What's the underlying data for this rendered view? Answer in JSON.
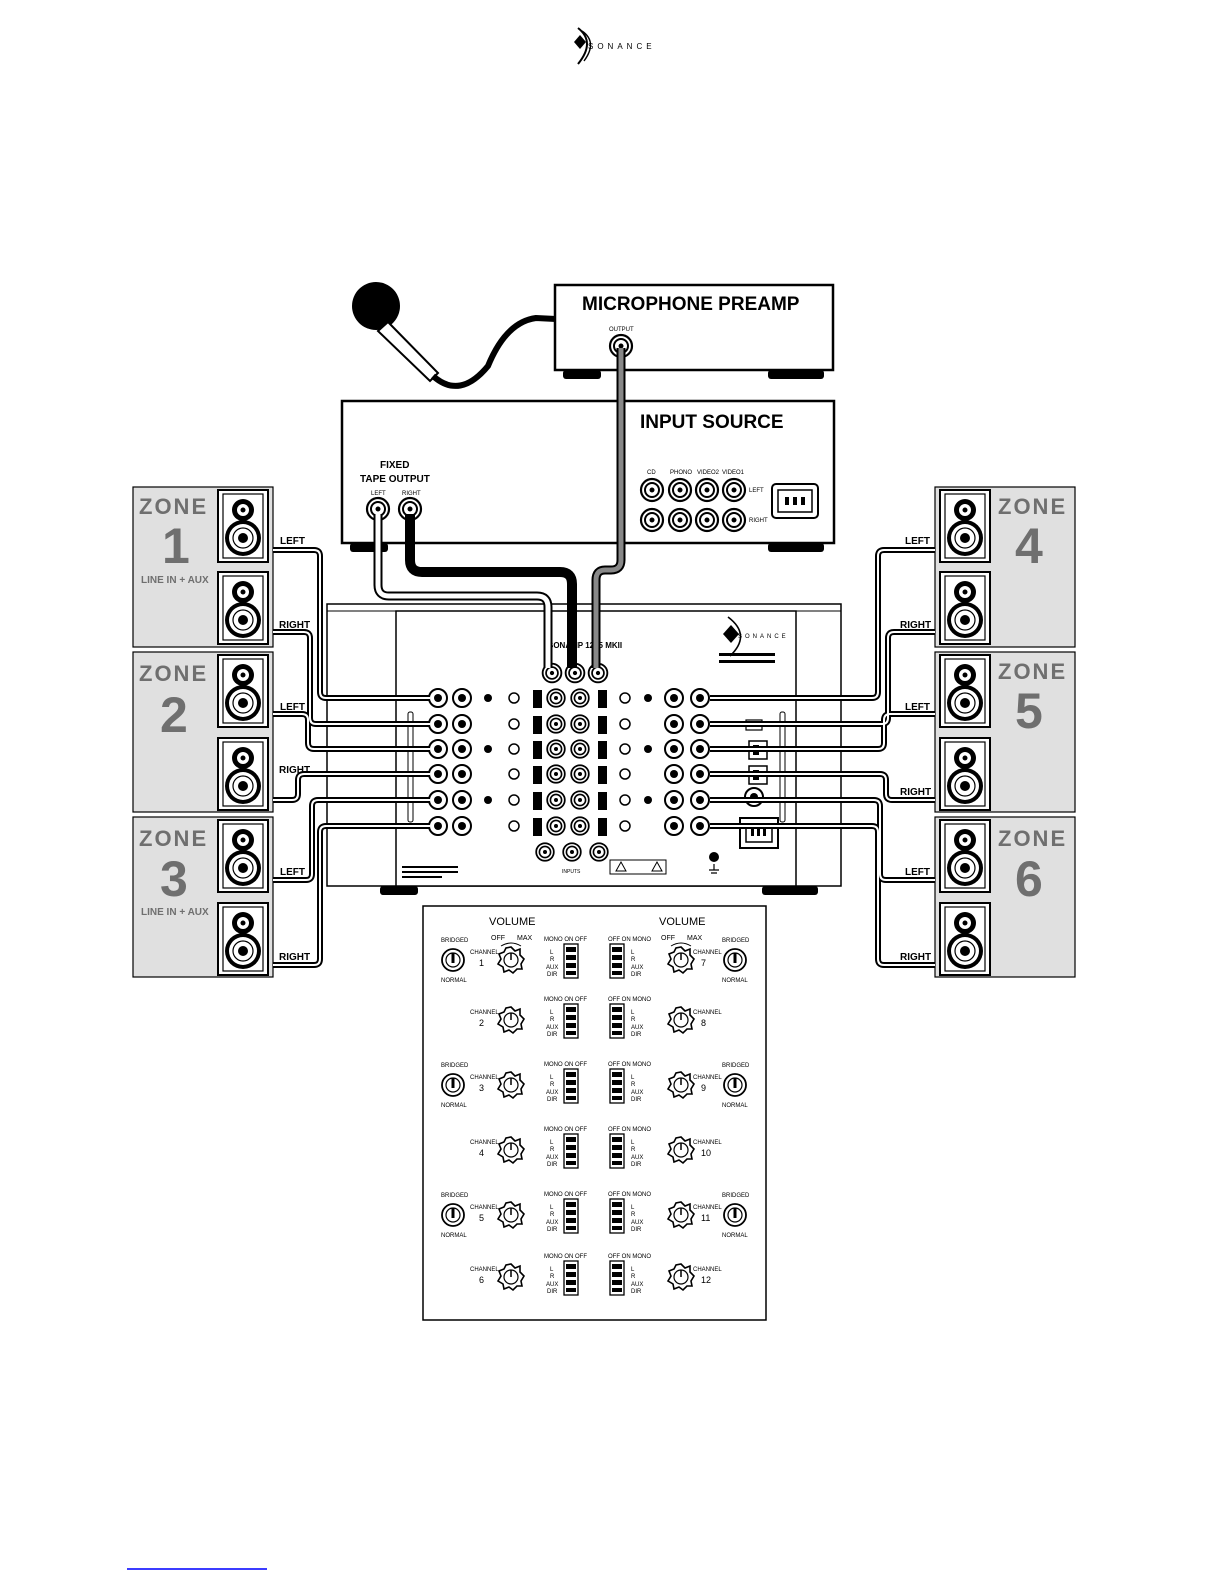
{
  "logo_text": "SONANCE",
  "mic_preamp": {
    "title": "MICROPHONE PREAMP",
    "output_label": "OUTPUT"
  },
  "input_source": {
    "title": "INPUT SOURCE",
    "fixed_label": "FIXED",
    "tape_output_label": "TAPE OUTPUT",
    "left_label": "LEFT",
    "right_label": "RIGHT",
    "jack_labels": [
      "CD",
      "PHONO",
      "VIDEO2",
      "VIDEO1"
    ],
    "row_left": "LEFT",
    "row_right": "RIGHT"
  },
  "zones": [
    {
      "word": "ZONE",
      "number": "1",
      "sub": "LINE IN + AUX",
      "top_label": "LEFT",
      "bottom_label": "RIGHT"
    },
    {
      "word": "ZONE",
      "number": "2",
      "sub": "",
      "top_label": "LEFT",
      "bottom_label": "RIGHT"
    },
    {
      "word": "ZONE",
      "number": "3",
      "sub": "LINE IN + AUX",
      "top_label": "LEFT",
      "bottom_label": "RIGHT"
    },
    {
      "word": "ZONE",
      "number": "4",
      "sub": "",
      "top_label": "LEFT",
      "bottom_label": "RIGHT"
    },
    {
      "word": "ZONE",
      "number": "5",
      "sub": "",
      "top_label": "LEFT",
      "bottom_label": "RIGHT"
    },
    {
      "word": "ZONE",
      "number": "6",
      "sub": "",
      "top_label": "LEFT",
      "bottom_label": "RIGHT"
    }
  ],
  "amplifier": {
    "model": "SONAMP 1225 MKII",
    "brand": "SONANCE",
    "inputs_label": "INPUTS"
  },
  "panel": {
    "volume_label": "VOLUME",
    "off_label": "OFF",
    "max_label": "MAX",
    "channel_label": "CHANNEL",
    "bridged_label": "BRIDGED",
    "normal_label": "NORMAL",
    "left_switch_header": "MONO ON OFF",
    "right_switch_header": "OFF ON MONO",
    "switch_labels": [
      "L",
      "R",
      "AUX",
      "DIR"
    ],
    "left_channels": [
      "1",
      "2",
      "3",
      "4",
      "5",
      "6"
    ],
    "right_channels": [
      "7",
      "8",
      "9",
      "10",
      "11",
      "12"
    ]
  }
}
